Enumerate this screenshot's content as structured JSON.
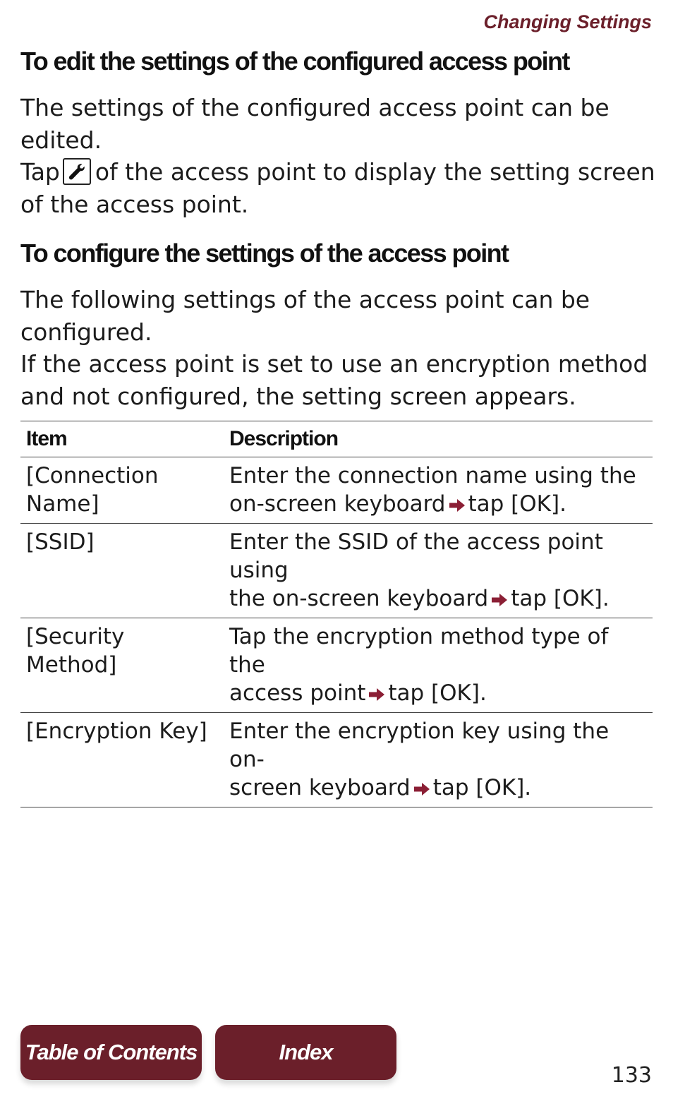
{
  "header": {
    "section_label": "Changing Settings"
  },
  "section1": {
    "heading": "To edit the settings of the configured access point",
    "lines": [
      "The settings of the configured access point can be",
      "edited."
    ],
    "tap_prefix": "Tap",
    "tap_suffix": "of the access point to display the setting screen",
    "last_line": "of the access point."
  },
  "section2": {
    "heading": "To configure the settings of the access point",
    "lines": [
      "The following settings of the access point can be",
      "configured.",
      "If the access point is set to use an encryption method",
      "and not configured, the setting screen appears."
    ]
  },
  "table": {
    "headers": [
      "Item",
      "Description"
    ],
    "rows": [
      {
        "item": [
          "[Connection",
          "Name]"
        ],
        "desc_line1": "Enter the connection name using the",
        "desc_line2_before": "on-screen keyboard",
        "desc_line2_after": "tap [OK]."
      },
      {
        "item": [
          "[SSID]"
        ],
        "desc_line1": "Enter the SSID of the access point using",
        "desc_line2_before": "the on-screen keyboard",
        "desc_line2_after": "tap [OK]."
      },
      {
        "item": [
          "[Security Method]"
        ],
        "desc_line1": "Tap the encryption method type of the",
        "desc_line2_before": "access point",
        "desc_line2_after": "tap [OK]."
      },
      {
        "item": [
          "[Encryption Key]"
        ],
        "desc_line1": "Enter the encryption key using the on-",
        "desc_line2_before": "screen keyboard",
        "desc_line2_after": "tap [OK]."
      }
    ]
  },
  "footer": {
    "toc_label": "Table of Contents",
    "index_label": "Index",
    "page_number": "133"
  },
  "colors": {
    "accent": "#6b1f2a",
    "arrow": "#8b1f35"
  },
  "icons": {
    "settings": "wrench-icon",
    "next_step": "arrow-right-icon"
  }
}
